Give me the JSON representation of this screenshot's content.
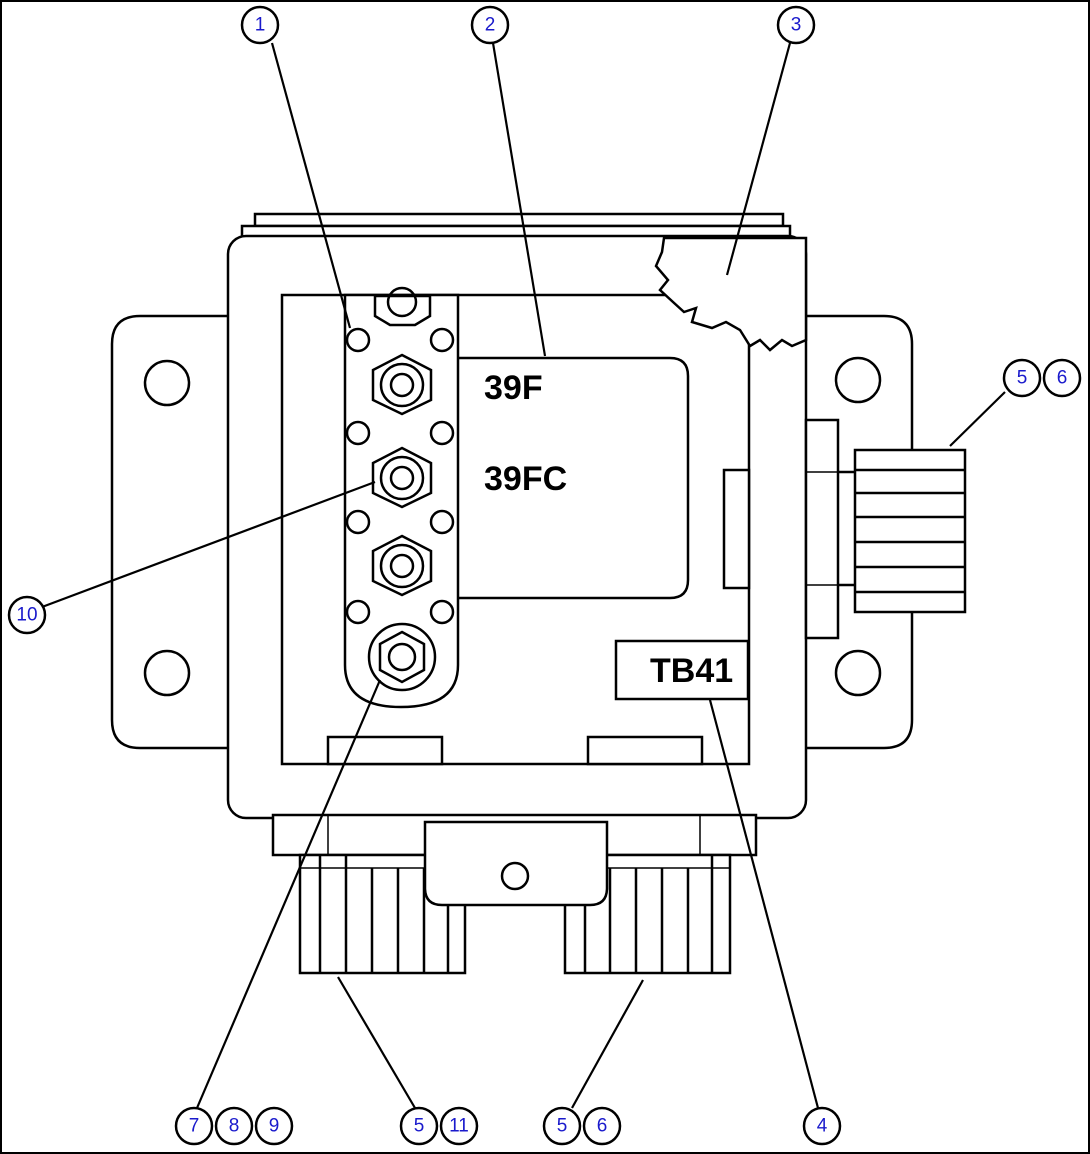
{
  "labels": {
    "terminal_upper": "39F",
    "terminal_lower": "39FC",
    "block_id": "TB41"
  },
  "callouts": {
    "c1": "1",
    "c2": "2",
    "c3": "3",
    "c4": "4",
    "c5_right": "5",
    "c6_right": "6",
    "c5_bottom_left": "5",
    "c11": "11",
    "c5_bottom_right": "5",
    "c6_bottom_right": "6",
    "c7": "7",
    "c8": "8",
    "c9": "9",
    "c10": "10"
  },
  "colors": {
    "callout_text": "#1a1acc",
    "line": "#000000",
    "background": "#ffffff"
  }
}
